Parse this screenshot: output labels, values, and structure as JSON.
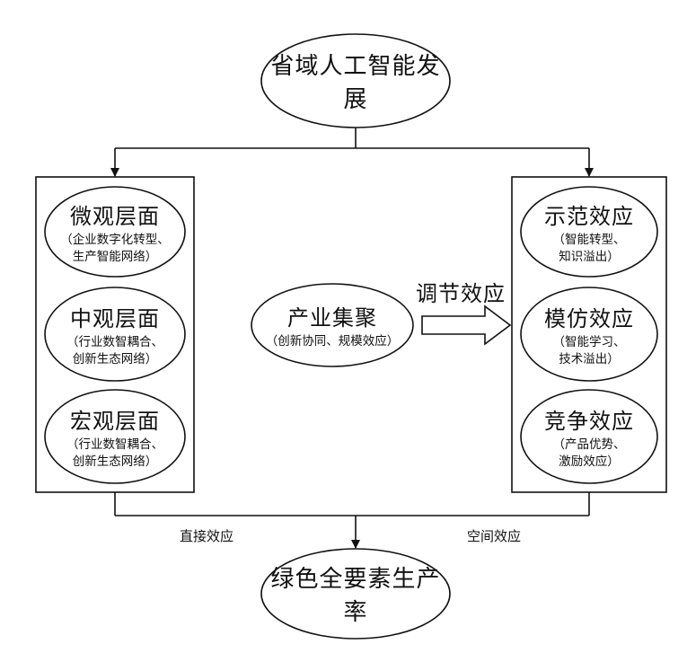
{
  "top": {
    "title": "省域人工智能发展"
  },
  "bottom": {
    "title": "绿色全要素生产率"
  },
  "left_box": {
    "items": [
      {
        "title": "微观层面",
        "line1": "（企业数字化转型、",
        "line2": "生产智能网络）"
      },
      {
        "title": "中观层面",
        "line1": "（行业数智耦合、",
        "line2": "创新生态网络）"
      },
      {
        "title": "宏观层面",
        "line1": "（行业数智耦合、",
        "line2": "创新生态网络）"
      }
    ]
  },
  "right_box": {
    "items": [
      {
        "title": "示范效应",
        "line1": "（智能转型、",
        "line2": "知识溢出）"
      },
      {
        "title": "模仿效应",
        "line1": "（智能学习、",
        "line2": "技术溢出）"
      },
      {
        "title": "竞争效应",
        "line1": "（产品优势、",
        "line2": "激励效应）"
      }
    ]
  },
  "center": {
    "title": "产业集聚",
    "subtitle": "（创新协同、规模效应）"
  },
  "labels": {
    "moderation": "调节效应",
    "direct": "直接效应",
    "spatial": "空间效应"
  }
}
